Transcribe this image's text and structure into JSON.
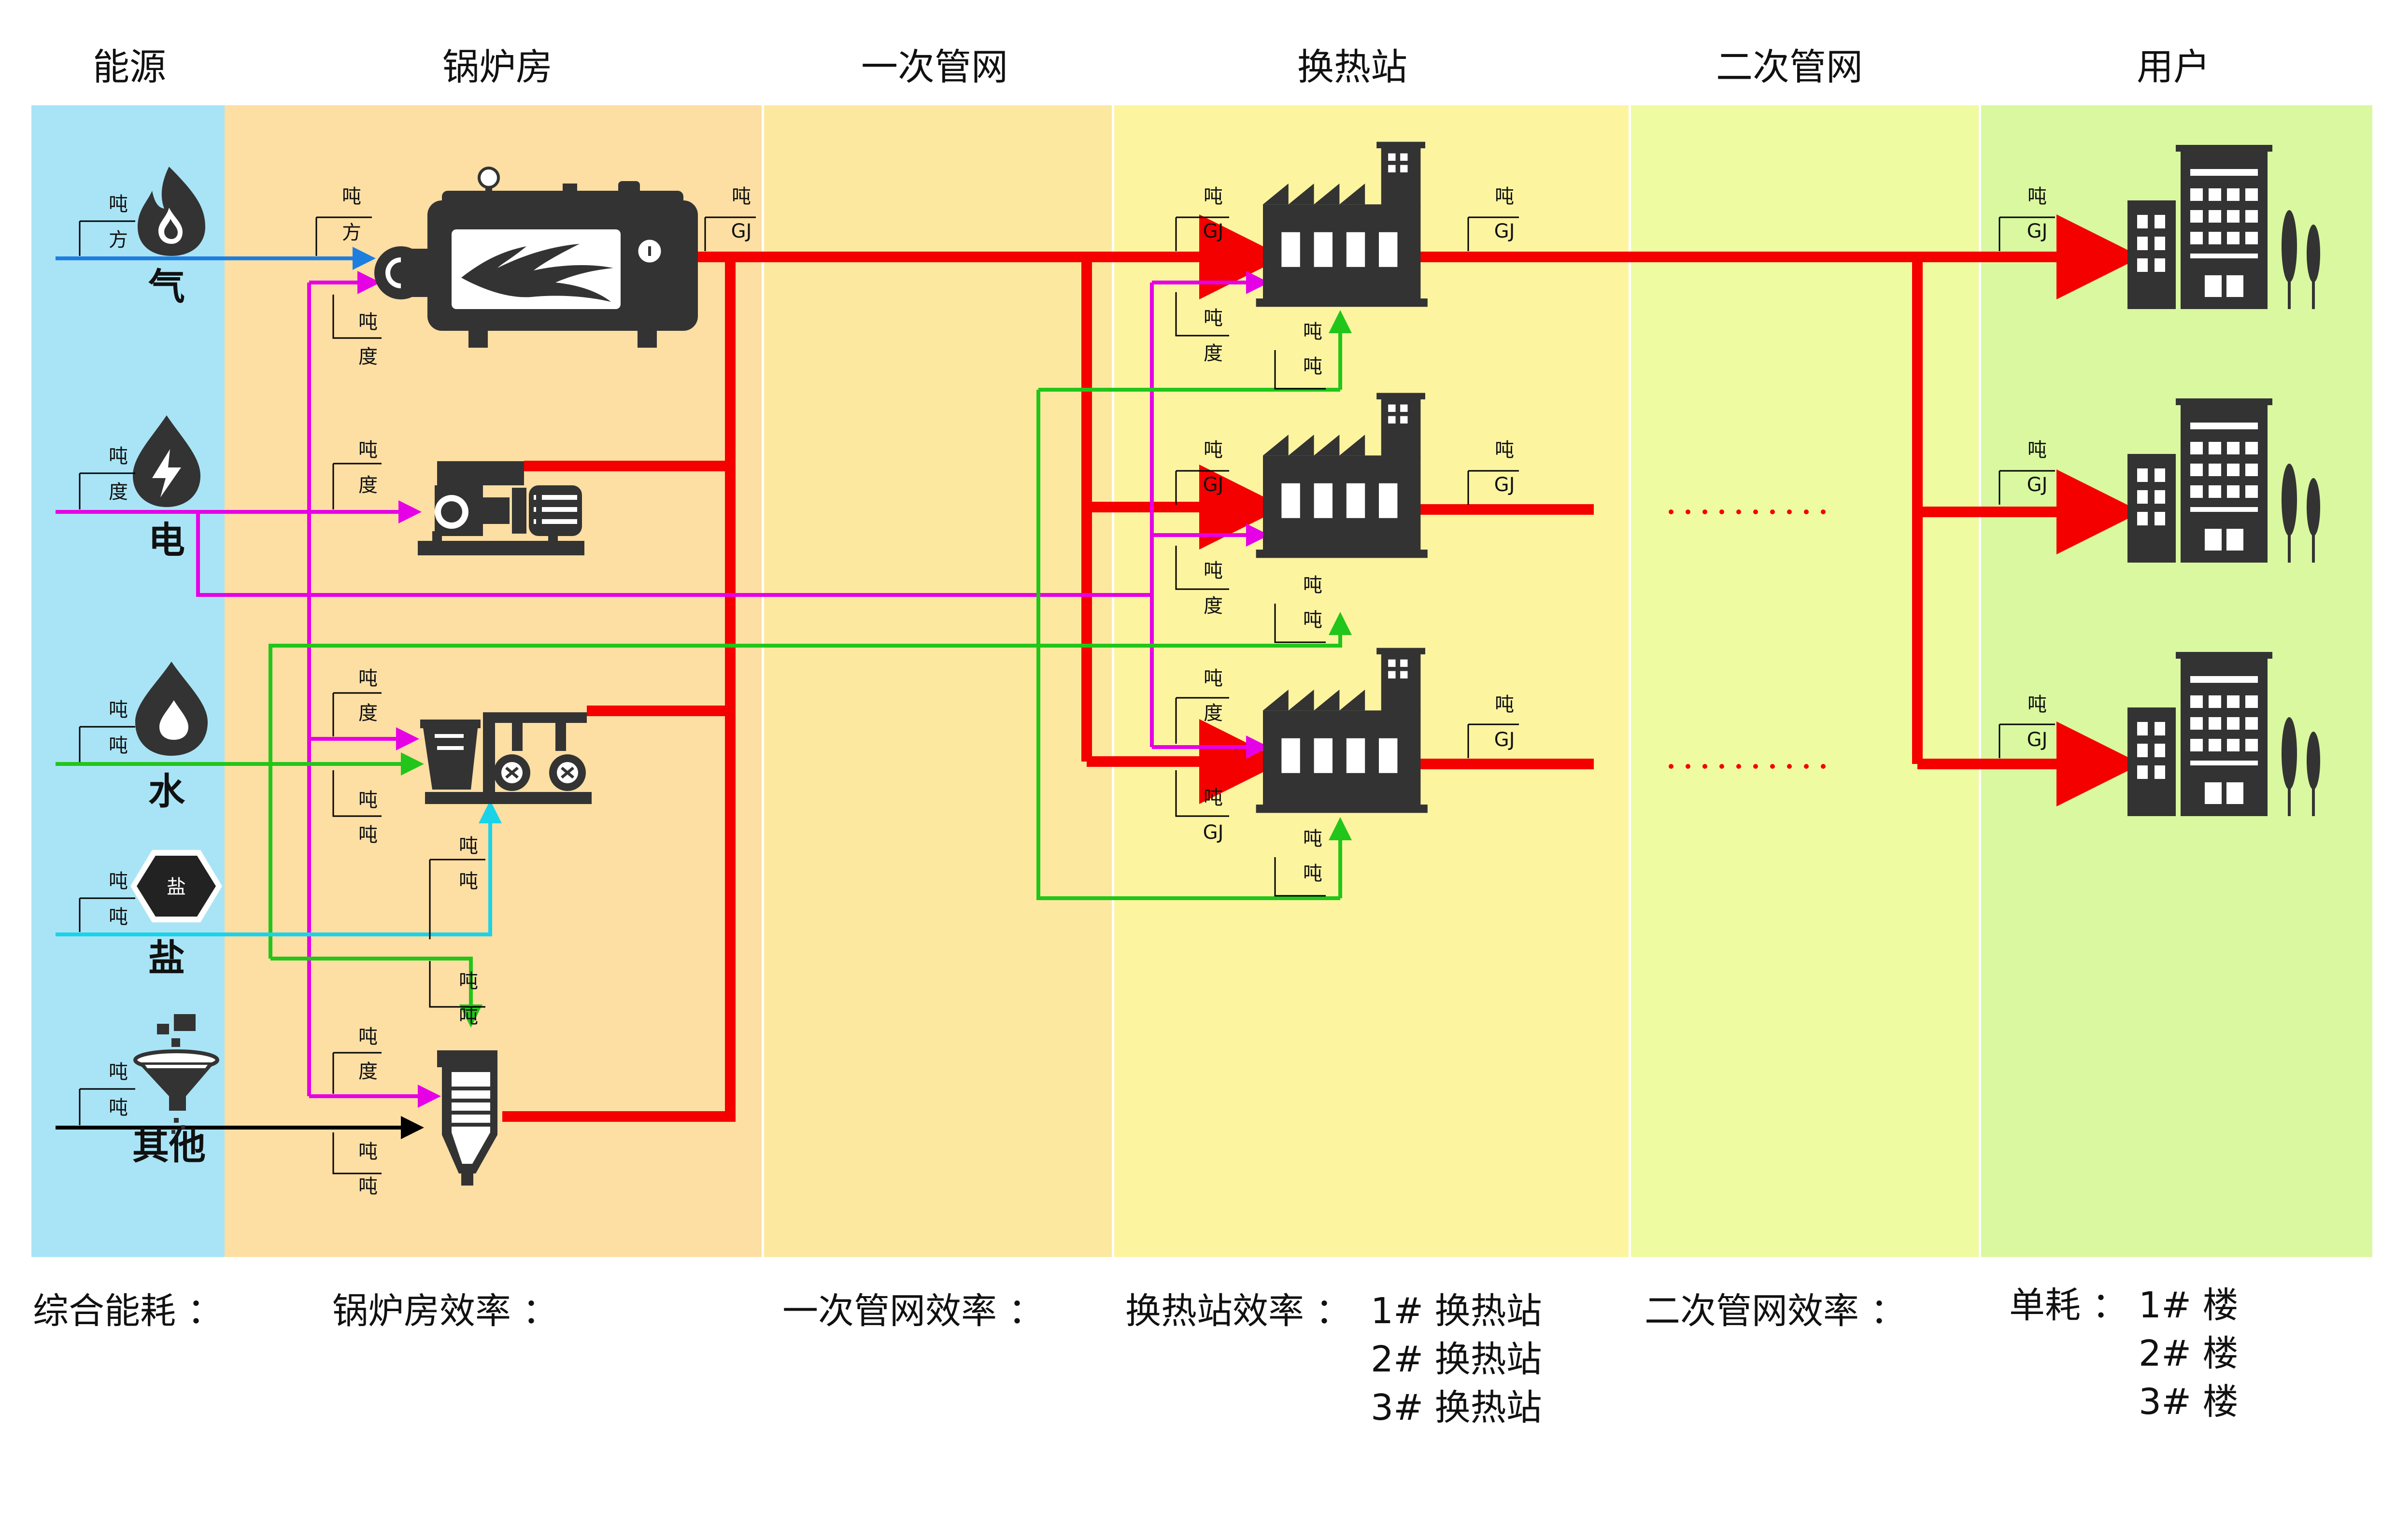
{
  "columns": [
    "能源",
    "锅炉房",
    "一次管网",
    "换热站",
    "二次管网",
    "用户"
  ],
  "sources": [
    "气",
    "电",
    "水",
    "盐",
    "其他"
  ],
  "salt_icon_label": "盐",
  "units": {
    "gas_1": "吨",
    "gas_2": "方",
    "elec_1": "吨",
    "elec_2": "度",
    "water_1": "吨",
    "water_2": "吨",
    "salt_1": "吨",
    "salt_2": "吨",
    "other_1": "吨",
    "other_2": "吨",
    "boiler_gas_1": "吨",
    "boiler_gas_2": "方",
    "boiler_elec_1": "吨",
    "boiler_elec_2": "度",
    "boiler_out_1": "吨",
    "boiler_out_2": "GJ",
    "pump_elec_1": "吨",
    "pump_elec_2": "度",
    "treat_elec_1": "吨",
    "treat_elec_2": "度",
    "treat_water_1": "吨",
    "treat_water_2": "吨",
    "treat_salt_1": "吨",
    "treat_salt_2": "吨",
    "deaer_water_1": "吨",
    "deaer_water_2": "吨",
    "deaer_elec_1": "吨",
    "deaer_elec_2": "度",
    "deaer_other_1": "吨",
    "deaer_other_2": "吨",
    "hs1_in_1": "吨",
    "hs1_in_2": "GJ",
    "hs1_elec_1": "吨",
    "hs1_elec_2": "度",
    "hs1_water_1": "吨",
    "hs1_water_2": "吨",
    "hs1_out_1": "吨",
    "hs1_out_2": "GJ",
    "hs2_in_1": "吨",
    "hs2_in_2": "GJ",
    "hs2_elec_1": "吨",
    "hs2_elec_2": "度",
    "hs2_water_1": "吨",
    "hs2_water_2": "吨",
    "hs2_out_1": "吨",
    "hs2_out_2": "GJ",
    "hs3_elec_1": "吨",
    "hs3_elec_2": "度",
    "hs3_in_1": "吨",
    "hs3_in_2": "GJ",
    "hs3_water_1": "吨",
    "hs3_water_2": "吨",
    "hs3_out_1": "吨",
    "hs3_out_2": "GJ",
    "user1_1": "吨",
    "user1_2": "GJ",
    "user2_1": "吨",
    "user2_2": "GJ",
    "user3_1": "吨",
    "user3_2": "GJ"
  },
  "efficiency": {
    "total": "综合能耗 ：",
    "boiler": "锅炉房效率 ：",
    "primary": "一次管网效率 ：",
    "station": "换热站效率 ：",
    "station_items": [
      "1# 换热站",
      "2# 换热站",
      "3# 换热站"
    ],
    "secondary": "二次管网效率 ：",
    "unit_consumption": "单耗 ：",
    "building_items": [
      "1# 楼",
      "2# 楼",
      "3# 楼"
    ]
  },
  "colors": {
    "energy_col": "#a8e4f6",
    "boiler_col": "#fddea3",
    "primary_col": "#fde8a0",
    "station_col": "#fdf4a0",
    "secondary_col": "#effba0",
    "user_col": "#d9f89f",
    "heat_pipe": "#f40000",
    "electricity": "#e600e6",
    "water": "#22c51a",
    "salt": "#1ad3e8",
    "gas": "#1e7ee0",
    "other": "#000000"
  },
  "icons": [
    "fire-icon",
    "lightning-drop-icon",
    "water-drop-icon",
    "salt-hexagon-icon",
    "funnel-icon",
    "boiler-icon",
    "pump-motor-icon",
    "water-treatment-icon",
    "deaerator-icon",
    "factory-icon",
    "building-icon",
    "tree-icon"
  ]
}
